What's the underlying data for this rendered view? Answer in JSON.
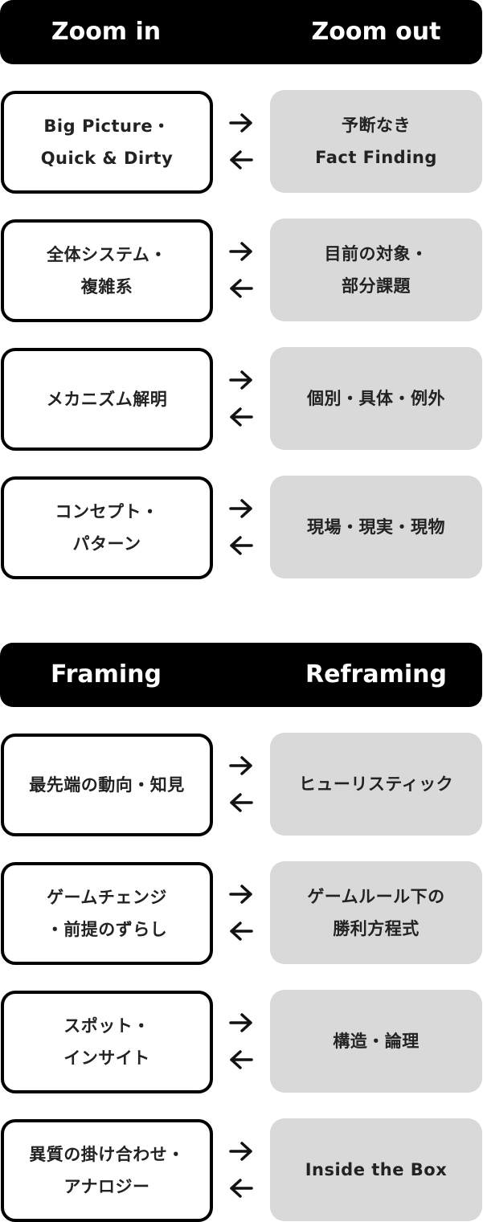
{
  "sections": [
    {
      "header": {
        "left": "Zoom in",
        "right": "Zoom out"
      },
      "rows": [
        {
          "left": "Big Picture・\nQuick & Dirty",
          "right": "予断なき\nFact Finding"
        },
        {
          "left": "全体システム・\n複雑系",
          "right": "目前の対象・\n部分課題"
        },
        {
          "left": "メカニズム解明",
          "right": "個別・具体・例外"
        },
        {
          "left": "コンセプト・\nパターン",
          "right": "現場・現実・現物"
        }
      ]
    },
    {
      "header": {
        "left": "Framing",
        "right": "Reframing"
      },
      "rows": [
        {
          "left": "最先端の動向・知見",
          "right": "ヒューリスティック"
        },
        {
          "left": "ゲームチェンジ\n・前提のずらし",
          "right": "ゲームルール下の\n勝利方程式"
        },
        {
          "left": "スポット・\nインサイト",
          "right": "構造・論理"
        },
        {
          "left": "異質の掛け合わせ・\nアナロジー",
          "right": "Inside the Box"
        }
      ]
    }
  ],
  "icons": {
    "forward": "arrow-right-icon",
    "backward": "arrow-left-icon"
  },
  "colors": {
    "header_bg": "#000000",
    "right_box_bg": "#d9d9d9",
    "left_box_border": "#000000"
  }
}
